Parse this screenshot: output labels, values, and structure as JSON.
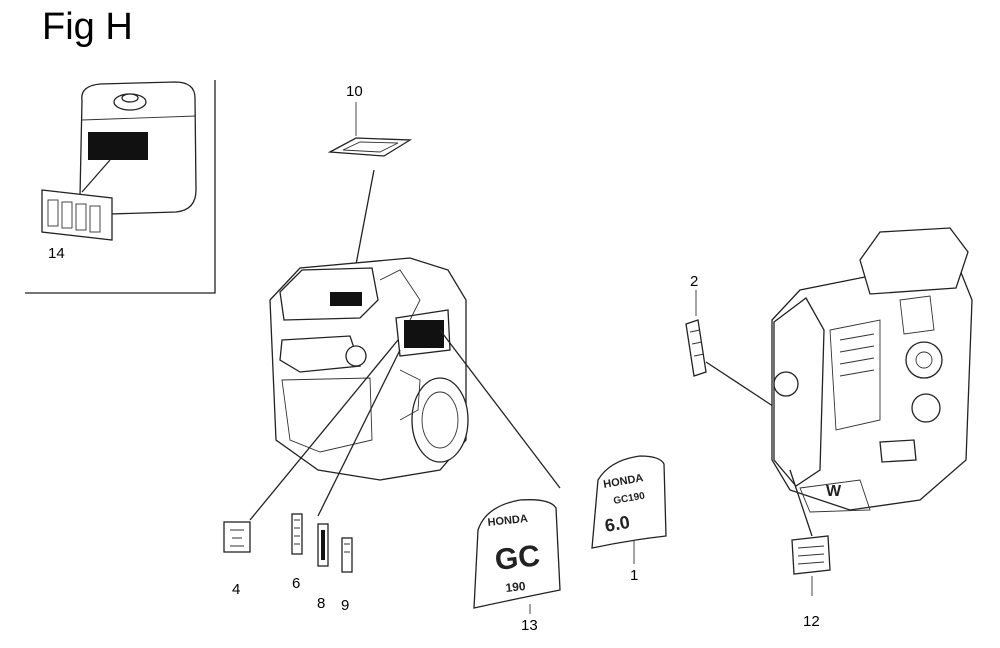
{
  "figure": {
    "title": "Fig H"
  },
  "callouts": {
    "c1": "1",
    "c2": "2",
    "c4": "4",
    "c6": "6",
    "c8": "8",
    "c9": "9",
    "c10": "10",
    "c12": "12",
    "c13": "13",
    "c14": "14"
  },
  "decals": {
    "honda_model_brand": "HONDA",
    "honda_model_code": "GC190",
    "honda_model_hp": "6.0",
    "gc_brand": "HONDA",
    "gc_logo": "GC",
    "gc_num": "190"
  },
  "colors": {
    "line": "#222222",
    "background": "#ffffff"
  }
}
